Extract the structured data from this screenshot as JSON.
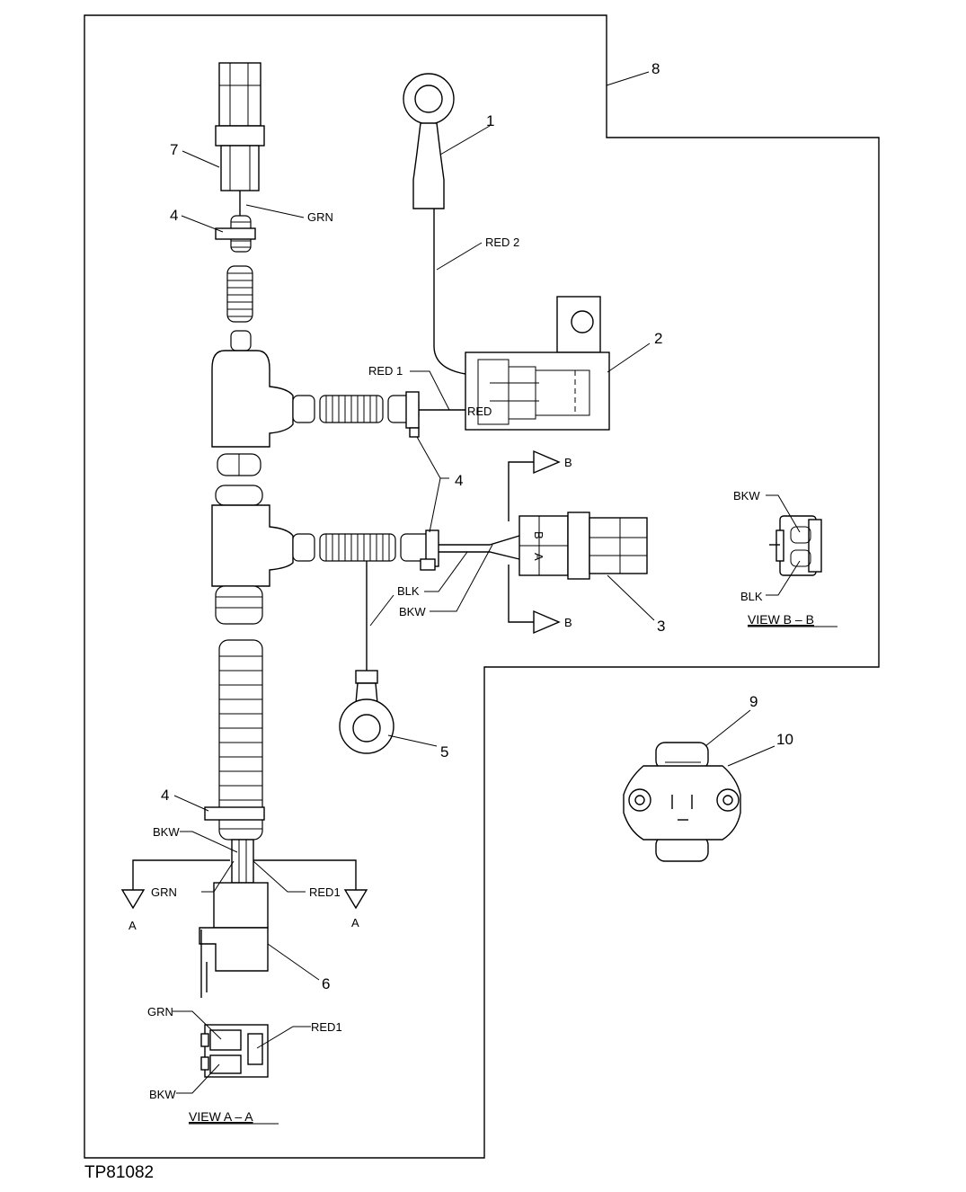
{
  "figure_id": "TP81082",
  "callouts": {
    "c1": "1",
    "c2": "2",
    "c3": "3",
    "c4a": "4",
    "c4b": "4",
    "c4c": "4",
    "c5": "5",
    "c6": "6",
    "c7": "7",
    "c8": "8",
    "c9": "9",
    "c10": "10"
  },
  "wires": {
    "grn_top": "GRN",
    "red2": "RED 2",
    "red1_mid": "RED 1",
    "blk_mid": "BLK",
    "bkw_mid": "BKW",
    "bkw_bottom": "BKW",
    "grn_bottom": "GRN",
    "red1_bottom": "RED1"
  },
  "section_markers": {
    "b_top": "B",
    "b_bottom": "B",
    "a_left": "A",
    "a_right": "A"
  },
  "view_bb": {
    "title": "VIEW B – B",
    "bkw": "BKW",
    "blk": "BLK"
  },
  "view_aa": {
    "title": "VIEW A – A",
    "grn": "GRN",
    "red1": "RED1",
    "bkw": "BKW"
  },
  "connector_marks": {
    "red_label": "RED",
    "pin_b": "B",
    "pin_a": "A"
  }
}
